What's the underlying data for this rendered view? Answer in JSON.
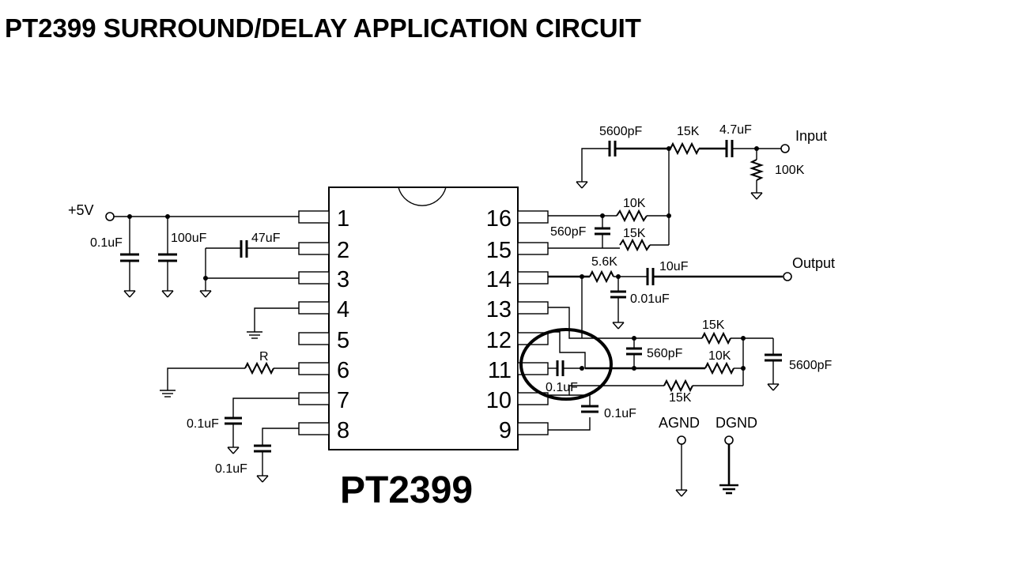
{
  "title": "PT2399 SURROUND/DELAY APPLICATION CIRCUIT",
  "chip_label": "PT2399",
  "pins": {
    "p1": "1",
    "p2": "2",
    "p3": "3",
    "p4": "4",
    "p5": "5",
    "p6": "6",
    "p7": "7",
    "p8": "8",
    "p9": "9",
    "p10": "10",
    "p11": "11",
    "p12": "12",
    "p13": "13",
    "p14": "14",
    "p15": "15",
    "p16": "16"
  },
  "terminals": {
    "power": "+5V",
    "input": "Input",
    "output": "Output",
    "agnd": "AGND",
    "dgnd": "DGND"
  },
  "components": {
    "c_pwr_a": "0.1uF",
    "c_pwr_b": "100uF",
    "c_pin2": "47uF",
    "r_pin6": "R",
    "c_pin7": "0.1uF",
    "c_pin8": "0.1uF",
    "c_in_top": "5600pF",
    "r_in_top": "15K",
    "c_in_coupling": "4.7uF",
    "r_in_shunt": "100K",
    "r_16_a": "10K",
    "c_16": "560pF",
    "r_16_b": "15K",
    "r_14": "5.6K",
    "c_out": "10uF",
    "c_14_shunt": "0.01uF",
    "r_12_15k": "15K",
    "c_12_560": "560pF",
    "r_12_10k": "10K",
    "c_12_5600": "5600pF",
    "c_11": "0.1uF",
    "r_11_15k": "15K",
    "c_9": "0.1uF"
  }
}
